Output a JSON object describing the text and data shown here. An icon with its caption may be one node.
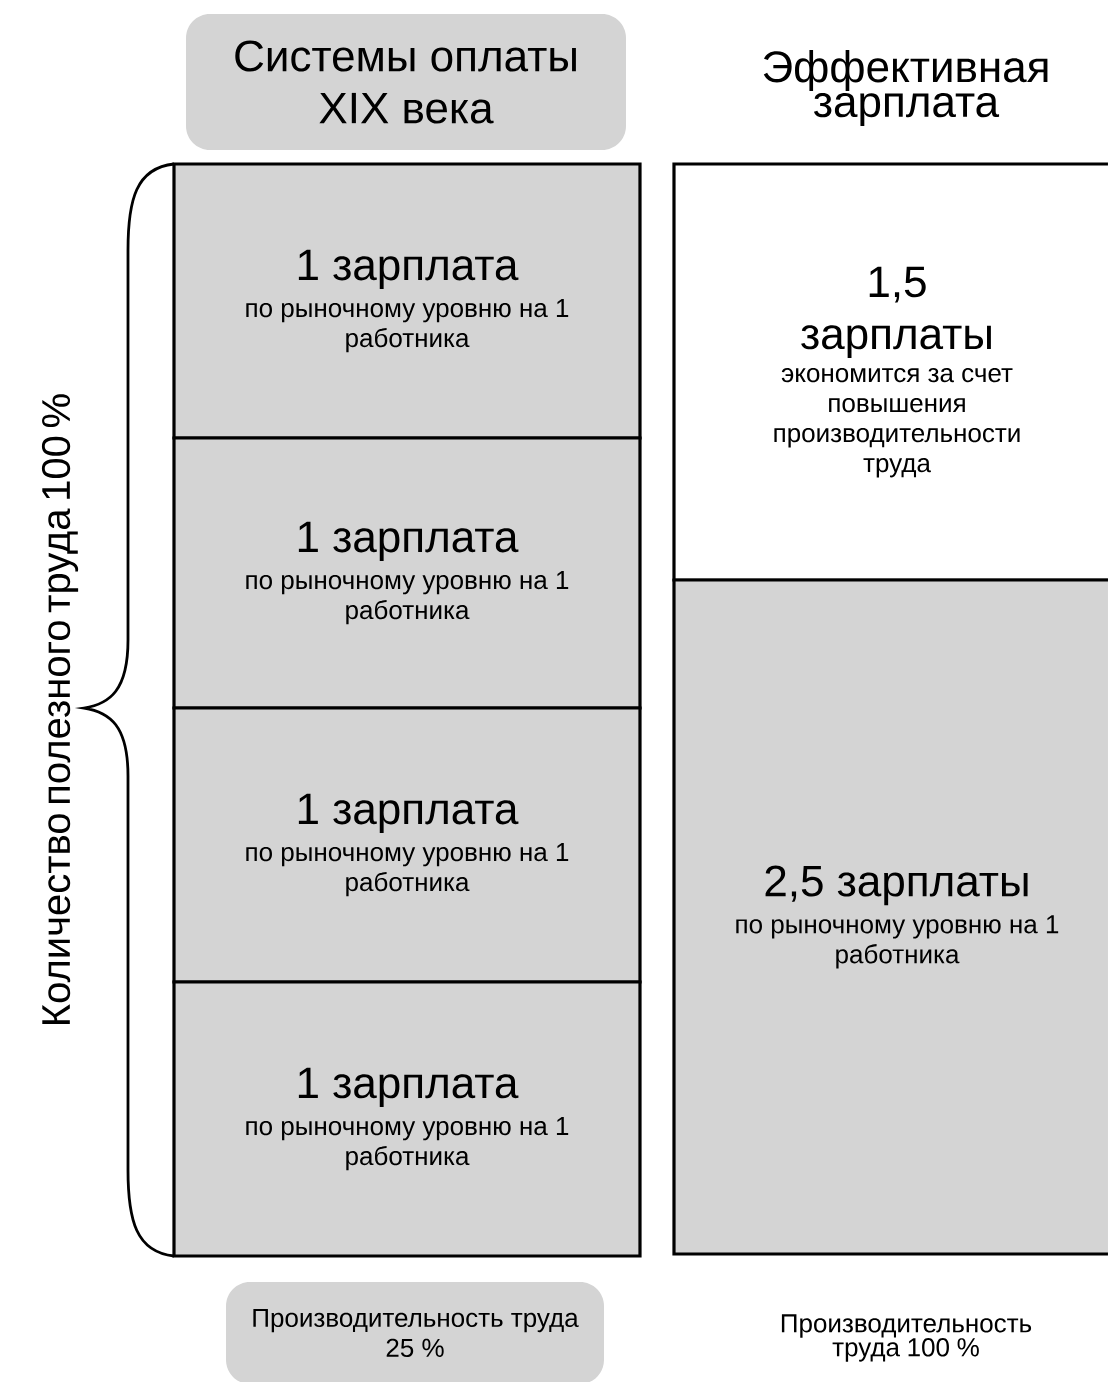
{
  "diagram": {
    "nodes": [
      {
        "text": [
          "Системы оплаты XIX века"
        ]
      },
      {
        "text": [
          "1 зарплата",
          "по рыночному уровню на 1 работника"
        ]
      },
      {
        "text": [
          "1 зарплата",
          "по рыночному уровню на 1 работника"
        ]
      },
      {
        "text": [
          "1 зарплата",
          "по рыночному уровню на 1 работника"
        ]
      },
      {
        "text": [
          "1 зарплата",
          "по рыночному уровню на 1 работника"
        ]
      },
      {
        "text": [
          "1,5 зарплаты",
          "экономится за счет повышения производительности труда"
        ]
      },
      {
        "text": [
          "2,5 зарплаты",
          "по рыночному уровню на 1 работника"
        ]
      },
      {
        "text": [
          "Производительность труда 25 %"
        ]
      }
    ],
    "labels": [
      "Эффективная зарплата",
      "Количество полезного труда 100 %",
      "Производительность труда 100 %"
    ]
  }
}
